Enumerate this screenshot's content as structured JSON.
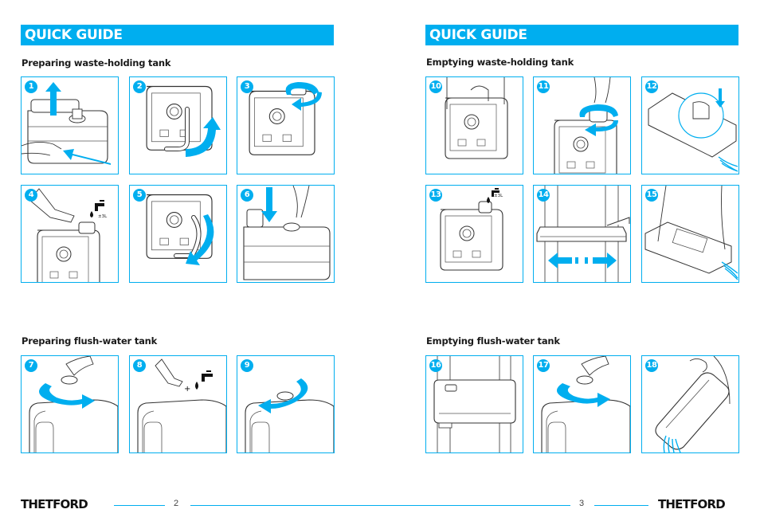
{
  "left_page": {
    "banner": "QUICK GUIDE",
    "sections": [
      {
        "title": "Preparing waste-holding tank",
        "steps": [
          "1",
          "2",
          "3",
          "4",
          "5",
          "6"
        ]
      },
      {
        "title": "Preparing flush-water tank",
        "steps": [
          "7",
          "8",
          "9"
        ]
      }
    ],
    "page_number": "2",
    "logo": "THETFORD"
  },
  "right_page": {
    "banner": "QUICK GUIDE",
    "sections": [
      {
        "title": "Emptying waste-holding tank",
        "steps": [
          "10",
          "11",
          "12",
          "13",
          "14",
          "15"
        ]
      },
      {
        "title": "Emptying flush-water tank",
        "steps": [
          "16",
          "17",
          "18"
        ]
      }
    ],
    "page_number": "3",
    "logo": "THETFORD"
  },
  "tap_labels": {
    "volume": "±3L",
    "plus": "+"
  },
  "colors": {
    "accent": "#00aeef",
    "line_art": "#333333",
    "text": "#1a1a1a"
  },
  "icons": [
    "arrow-icon",
    "tap-icon",
    "rotate-arrow-icon",
    "water-stream-icon"
  ]
}
